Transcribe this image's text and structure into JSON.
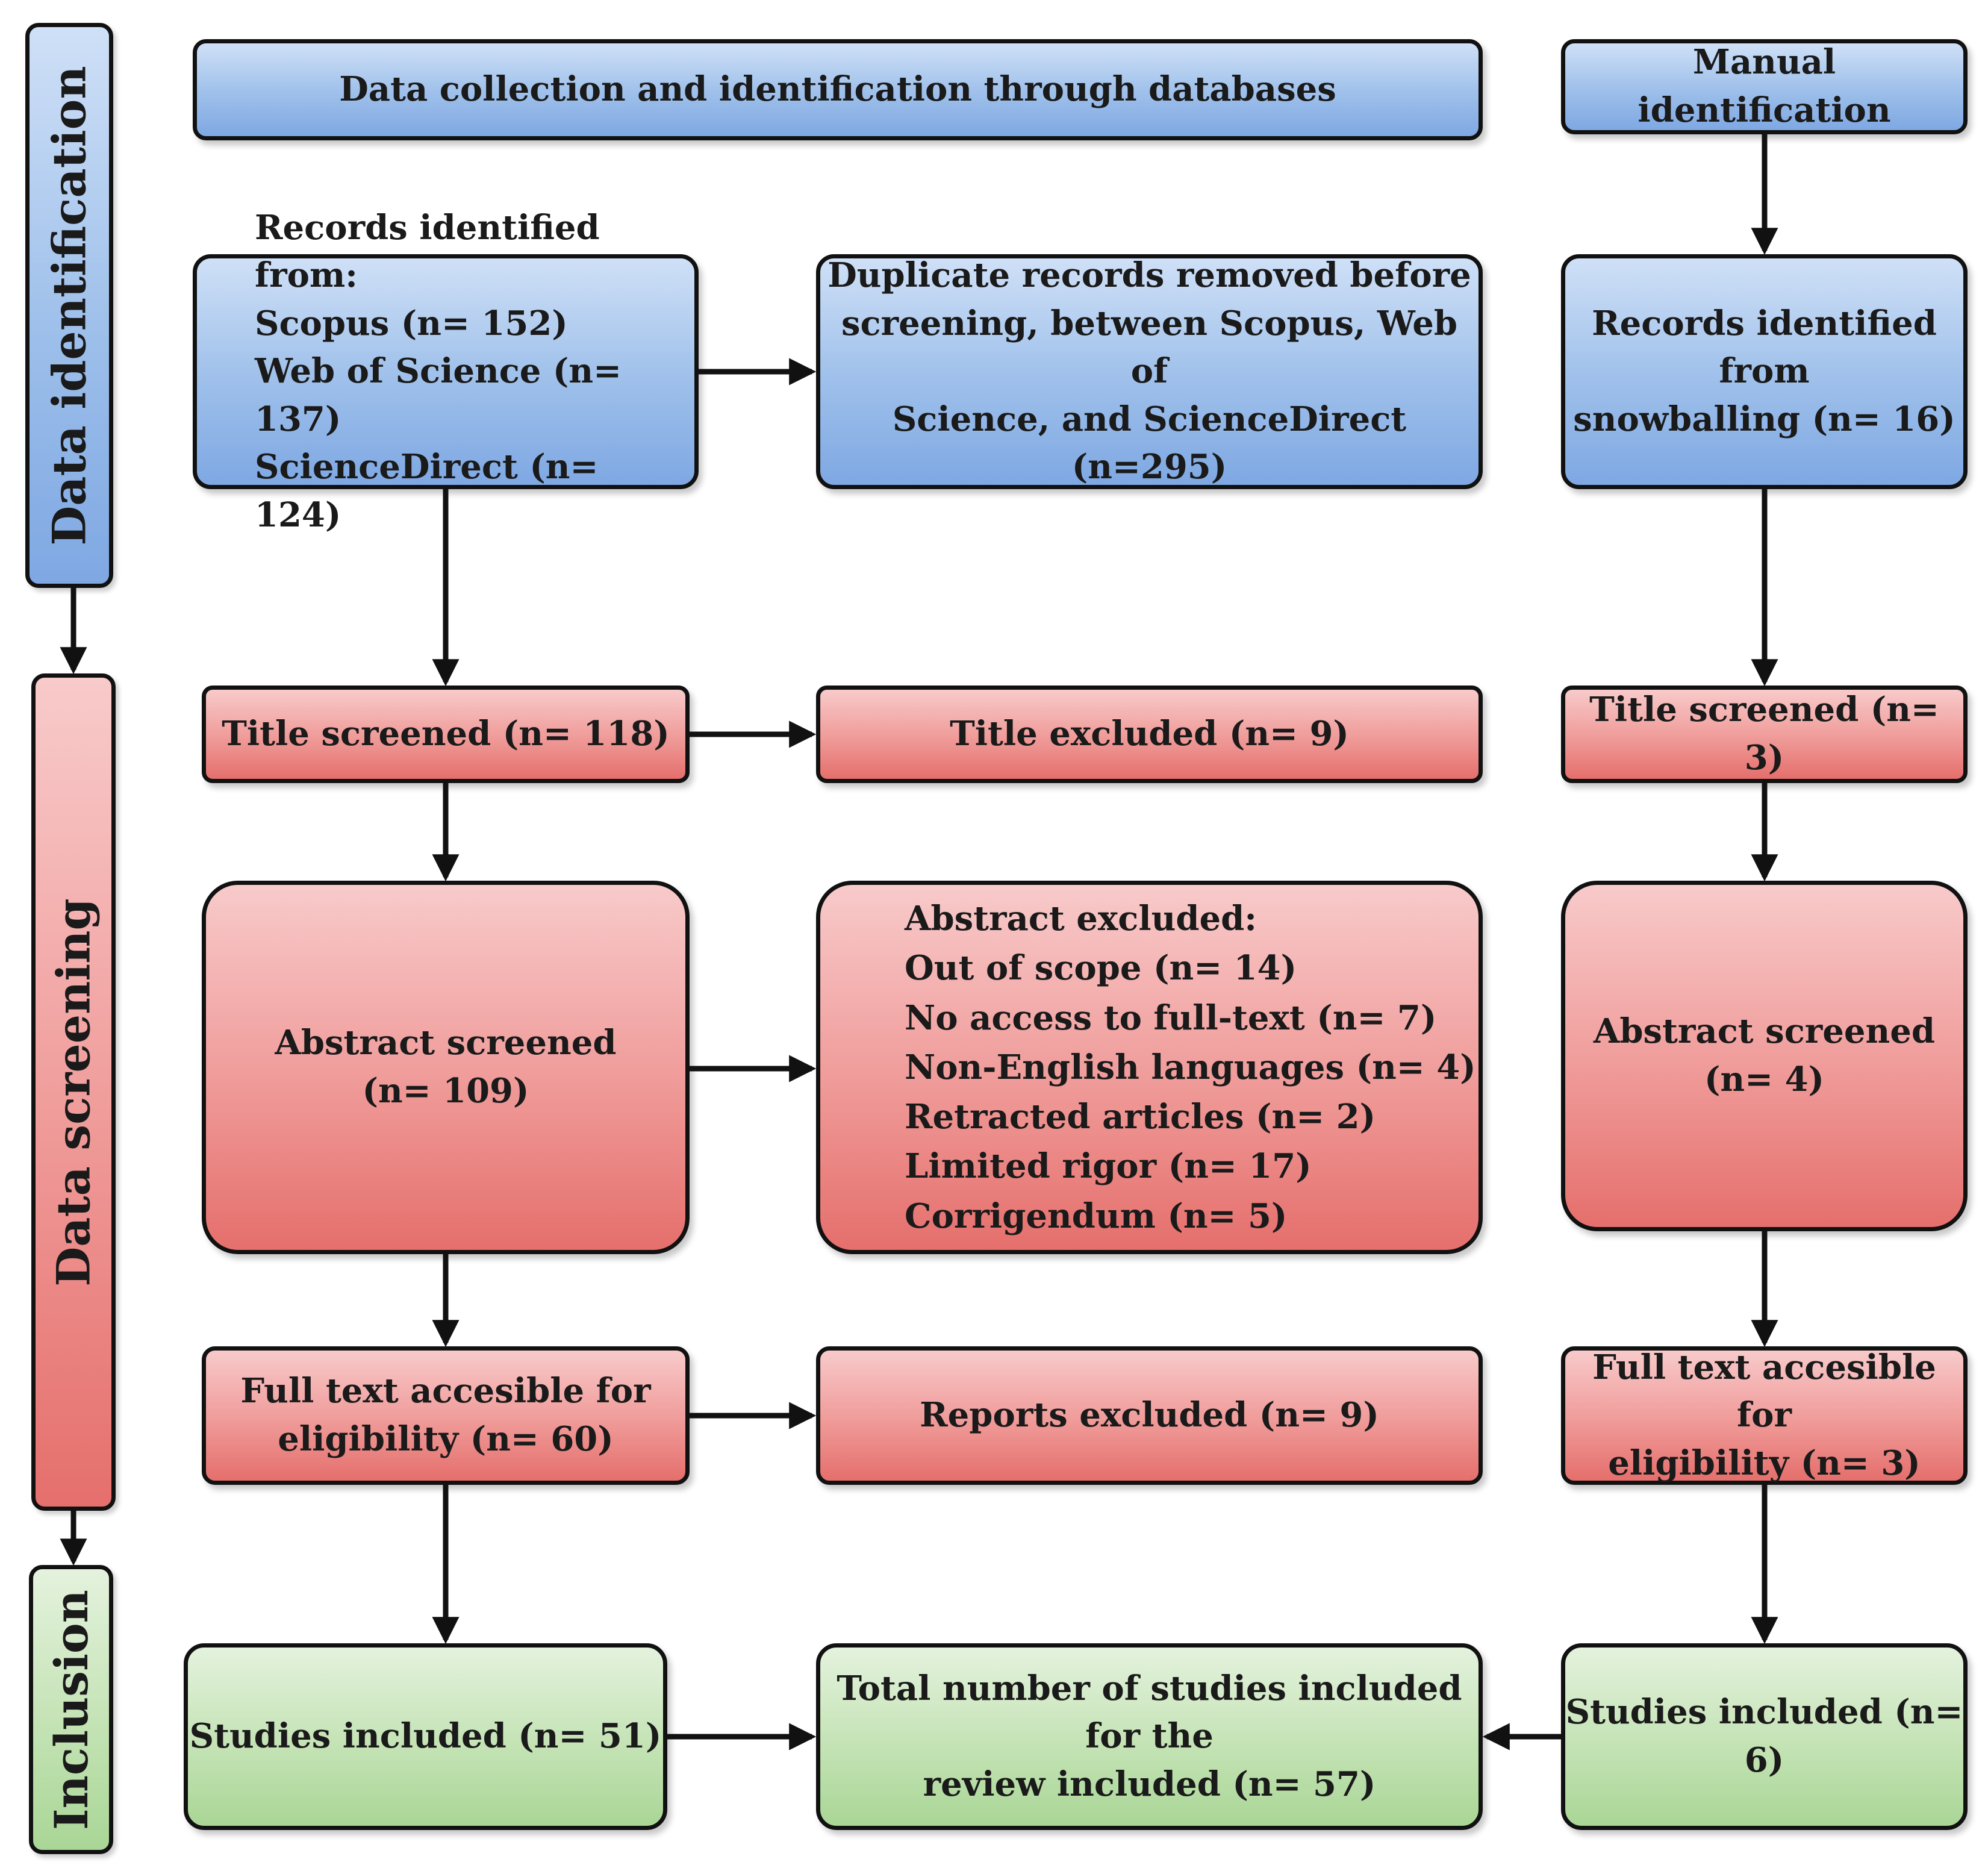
{
  "stages": {
    "identification": "Data identification",
    "screening": "Data screening",
    "inclusion": "Inclusion"
  },
  "headers": {
    "databases": "Data collection and identification through databases",
    "manual": "Manual identification"
  },
  "identification": {
    "records_title": "Records identified from:",
    "records_scopus": "Scopus (n= 152)",
    "records_wos": "Web of Science (n= 137)",
    "records_sd": "ScienceDirect (n= 124)",
    "duplicates_l1": "Duplicate records removed before",
    "duplicates_l2": "screening, between Scopus, Web of",
    "duplicates_l3": "Science, and ScienceDirect  (n=295)",
    "snowball_l1": "Records identified from",
    "snowball_l2": "snowballing  (n= 16)"
  },
  "screening": {
    "title_screened": "Title screened (n= 118)",
    "title_excluded": "Title excluded (n= 9)",
    "title_screened_manual": "Title screened  (n= 3)",
    "abstract_screened_l1": "Abstract screened",
    "abstract_screened_l2": "(n= 109)",
    "abstract_excluded_title": "Abstract excluded:",
    "abstract_excluded_items": [
      "Out of scope (n= 14)",
      "No access to full-text (n= 7)",
      "Non-English languages (n= 4)",
      "Retracted articles (n= 2)",
      "Limited rigor (n= 17)",
      "Corrigendum (n= 5)"
    ],
    "abstract_screened_manual_l1": "Abstract screened",
    "abstract_screened_manual_l2": "(n= 4)",
    "fulltext_l1": "Full text accesible for",
    "fulltext_l2": "eligibility (n= 60)",
    "reports_excluded": "Reports excluded (n= 9)",
    "fulltext_manual_l1": "Full text accesible for",
    "fulltext_manual_l2": "eligibility (n= 3)"
  },
  "inclusion": {
    "studies_db": "Studies included (n= 51)",
    "total_l1": "Total number of studies included for the",
    "total_l2": "review included (n= 57)",
    "studies_manual": "Studies included (n= 6)"
  },
  "colors": {
    "identification": "#9dbfea",
    "screening": "#ef9a98",
    "inclusion": "#c4e3b5",
    "border": "#111111"
  }
}
